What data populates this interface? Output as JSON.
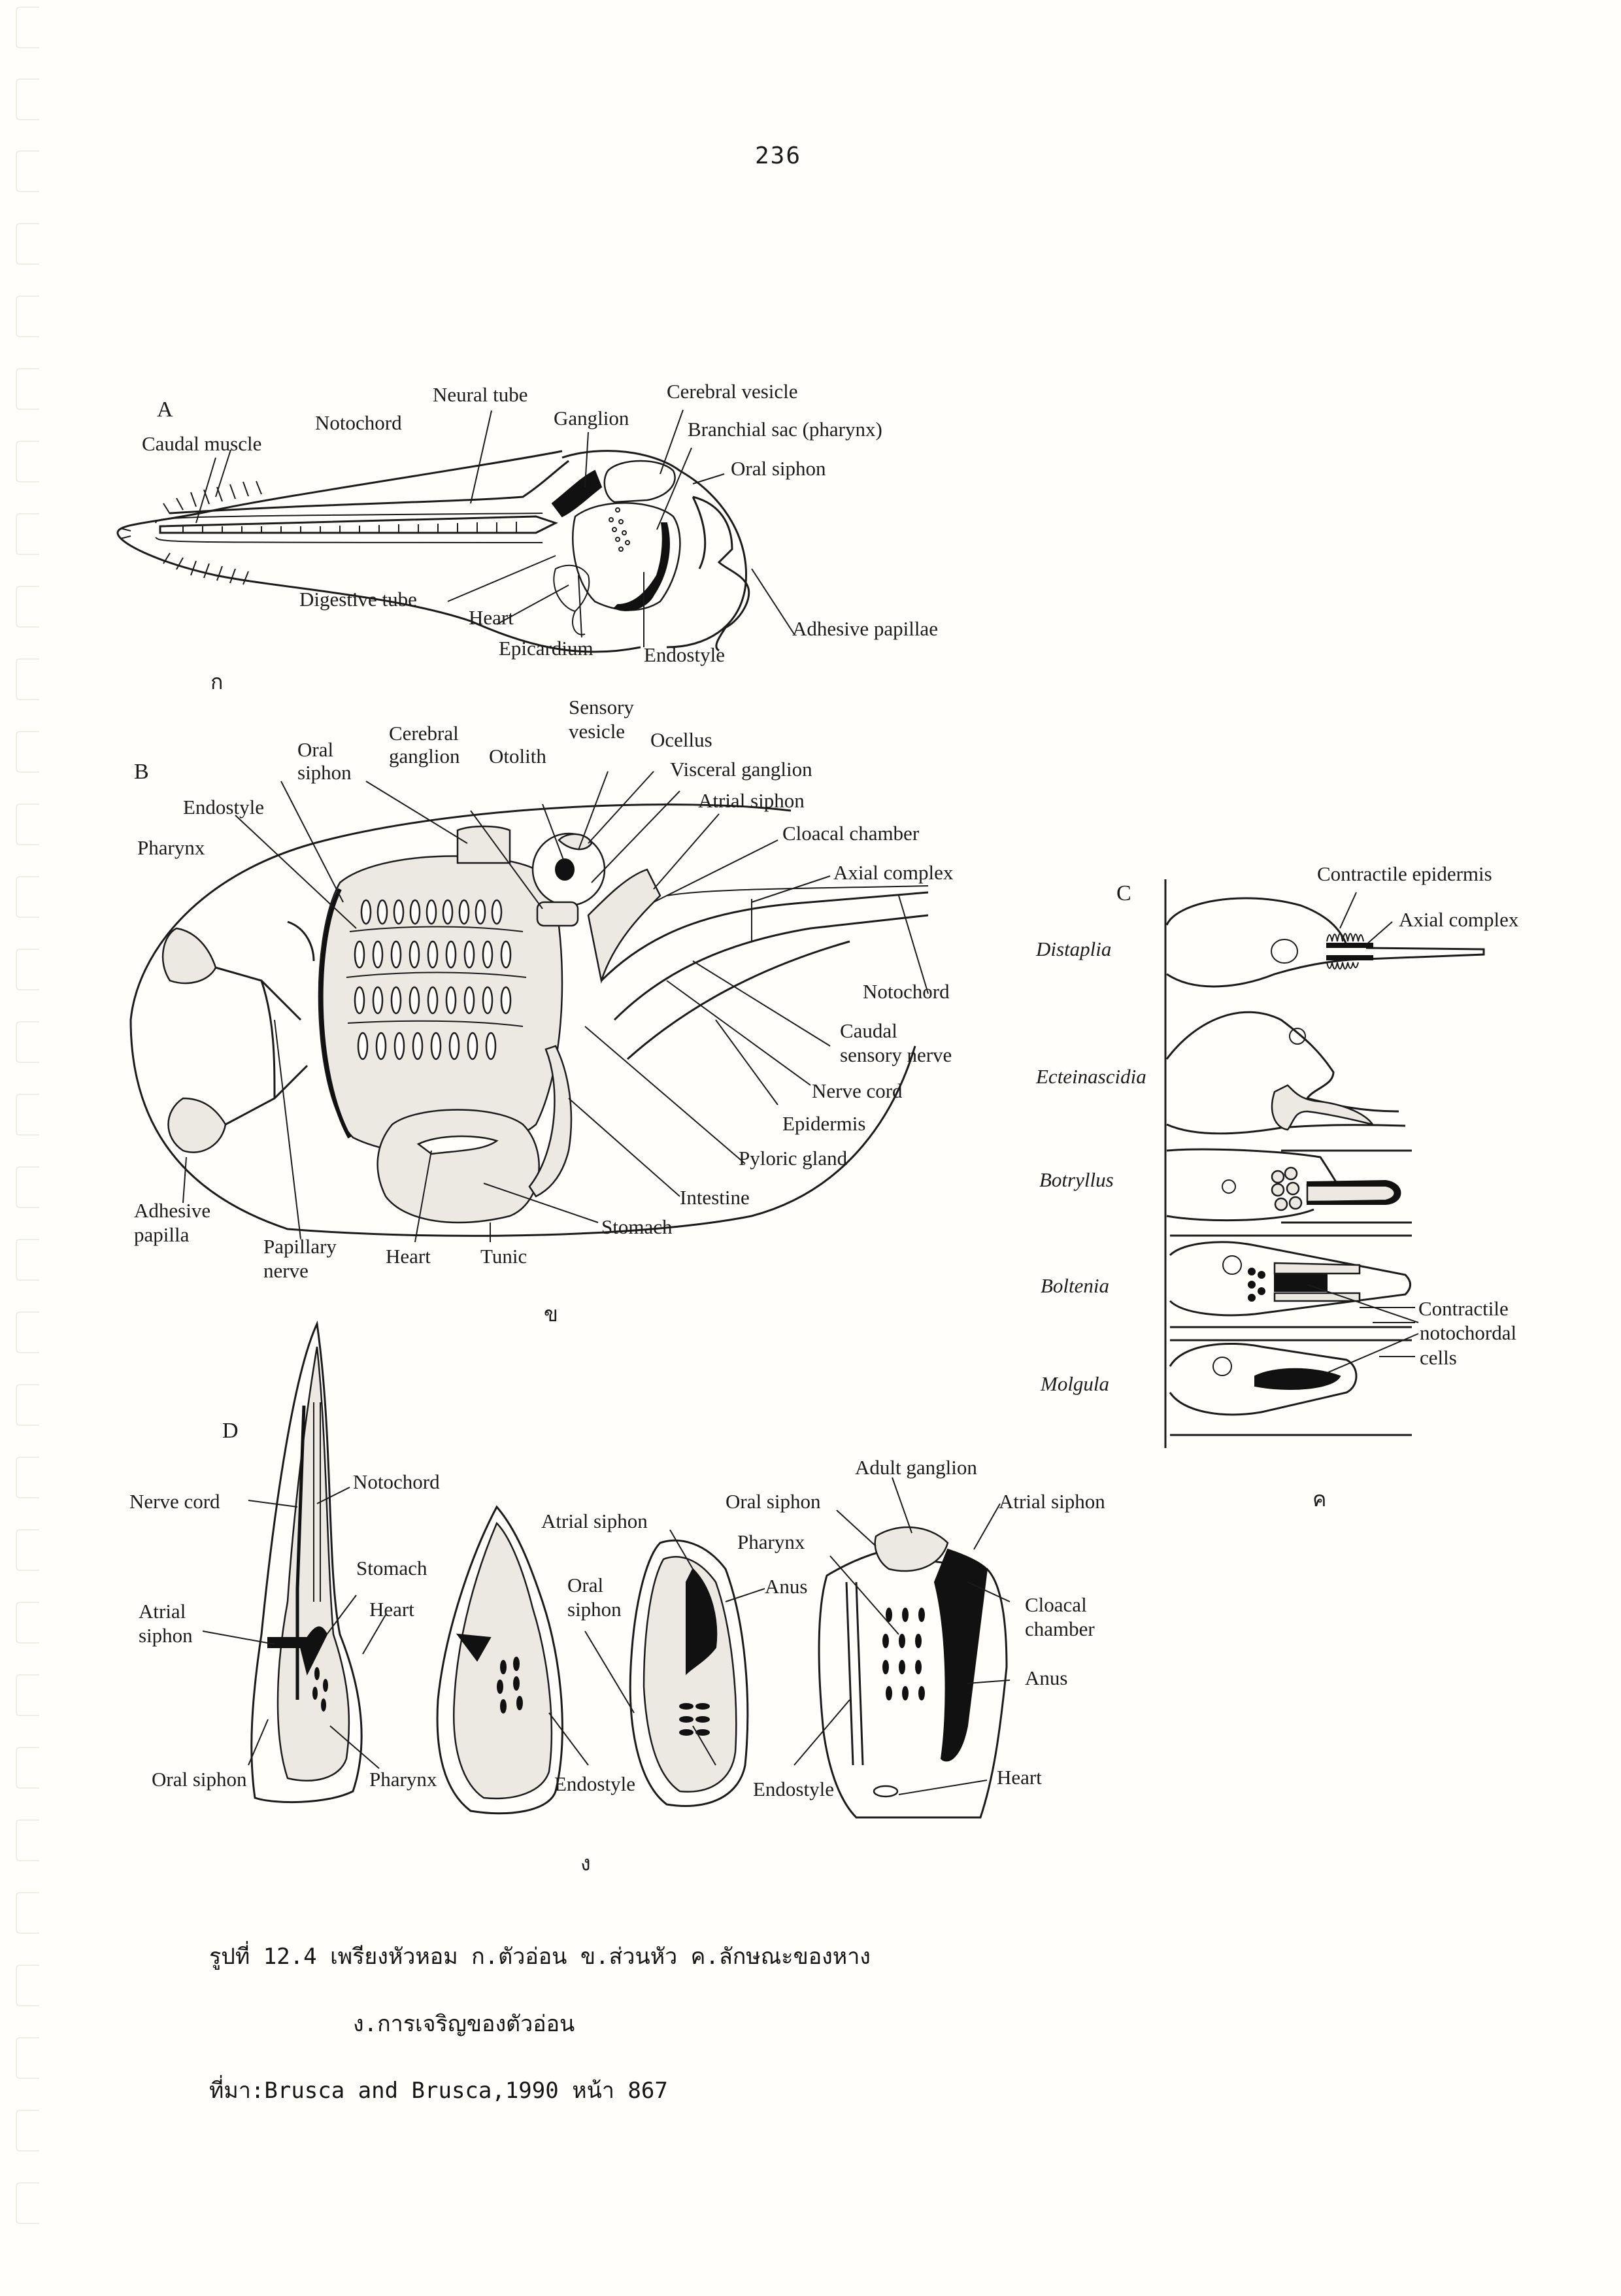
{
  "page": {
    "number": "236"
  },
  "figure_a": {
    "panel_letter": "A",
    "thai_sub": "ก",
    "labels": {
      "caudal_muscle": "Caudal muscle",
      "notochord": "Notochord",
      "neural_tube": "Neural tube",
      "ganglion": "Ganglion",
      "cerebral_vesicle": "Cerebral vesicle",
      "branchial_sac": "Branchial sac (pharynx)",
      "oral_siphon": "Oral siphon",
      "digestive_tube": "Digestive tube",
      "heart": "Heart",
      "epicardium": "Epicardium",
      "endostyle": "Endostyle",
      "adhesive_papillae": "Adhesive papillae"
    }
  },
  "figure_b": {
    "panel_letter": "B",
    "thai_sub": "ข",
    "labels": {
      "oral_siphon_1": "Oral",
      "oral_siphon_2": "siphon",
      "cerebral_ganglion_1": "Cerebral",
      "cerebral_ganglion_2": "ganglion",
      "otolith": "Otolith",
      "sensory_vesicle_1": "Sensory",
      "sensory_vesicle_2": "vesicle",
      "ocellus": "Ocellus",
      "visceral_ganglion": "Visceral ganglion",
      "atrial_siphon": "Atrial siphon",
      "cloacal_chamber": "Cloacal chamber",
      "axial_complex": "Axial complex",
      "endostyle": "Endostyle",
      "pharynx": "Pharynx",
      "notochord": "Notochord",
      "caudal_sensory_nerve_1": "Caudal",
      "caudal_sensory_nerve_2": "sensory nerve",
      "nerve_cord": "Nerve cord",
      "epidermis": "Epidermis",
      "pyloric_gland": "Pyloric gland",
      "intestine": "Intestine",
      "stomach": "Stomach",
      "adhesive_papilla_1": "Adhesive",
      "adhesive_papilla_2": "papilla",
      "papillary_nerve_1": "Papillary",
      "papillary_nerve_2": "nerve",
      "heart": "Heart",
      "tunic": "Tunic"
    }
  },
  "figure_c": {
    "panel_letter": "C",
    "thai_sub": "ค",
    "labels": {
      "contractile_epidermis": "Contractile epidermis",
      "axial_complex": "Axial complex",
      "contractile_notochordal_1": "Contractile",
      "contractile_notochordal_2": "notochordal",
      "contractile_notochordal_3": "cells"
    },
    "genera": [
      "Distaplia",
      "Ecteinascidia",
      "Botryllus",
      "Boltenia",
      "Molgula"
    ]
  },
  "figure_d": {
    "panel_letter": "D",
    "thai_sub": "ง",
    "labels": {
      "nerve_cord": "Nerve cord",
      "notochord": "Notochord",
      "stomach": "Stomach",
      "heart_1": "Heart",
      "atrial_siphon_1a": "Atrial",
      "atrial_siphon_1b": "siphon",
      "oral_siphon_1": "Oral siphon",
      "pharynx_1": "Pharynx",
      "atrial_siphon_2": "Atrial siphon",
      "oral_siphon_2a": "Oral",
      "oral_siphon_2b": "siphon",
      "endostyle_1": "Endostyle",
      "anus_1": "Anus",
      "adult_ganglion": "Adult ganglion",
      "oral_siphon_3": "Oral siphon",
      "atrial_siphon_3": "Atrial siphon",
      "pharynx_2": "Pharynx",
      "cloacal_chamber_1": "Cloacal",
      "cloacal_chamber_2": "chamber",
      "anus_2": "Anus",
      "endostyle_2": "Endostyle",
      "heart_2": "Heart"
    }
  },
  "caption": {
    "line1": "รูปที่ 12.4  เพรียงหัวหอม ก.ตัวอ่อน ข.ส่วนหัว ค.ลักษณะของหาง",
    "line2": "ง.การเจริญของตัวอ่อน",
    "source": "ที่มา:Brusca and Brusca,1990 หน้า 867"
  }
}
